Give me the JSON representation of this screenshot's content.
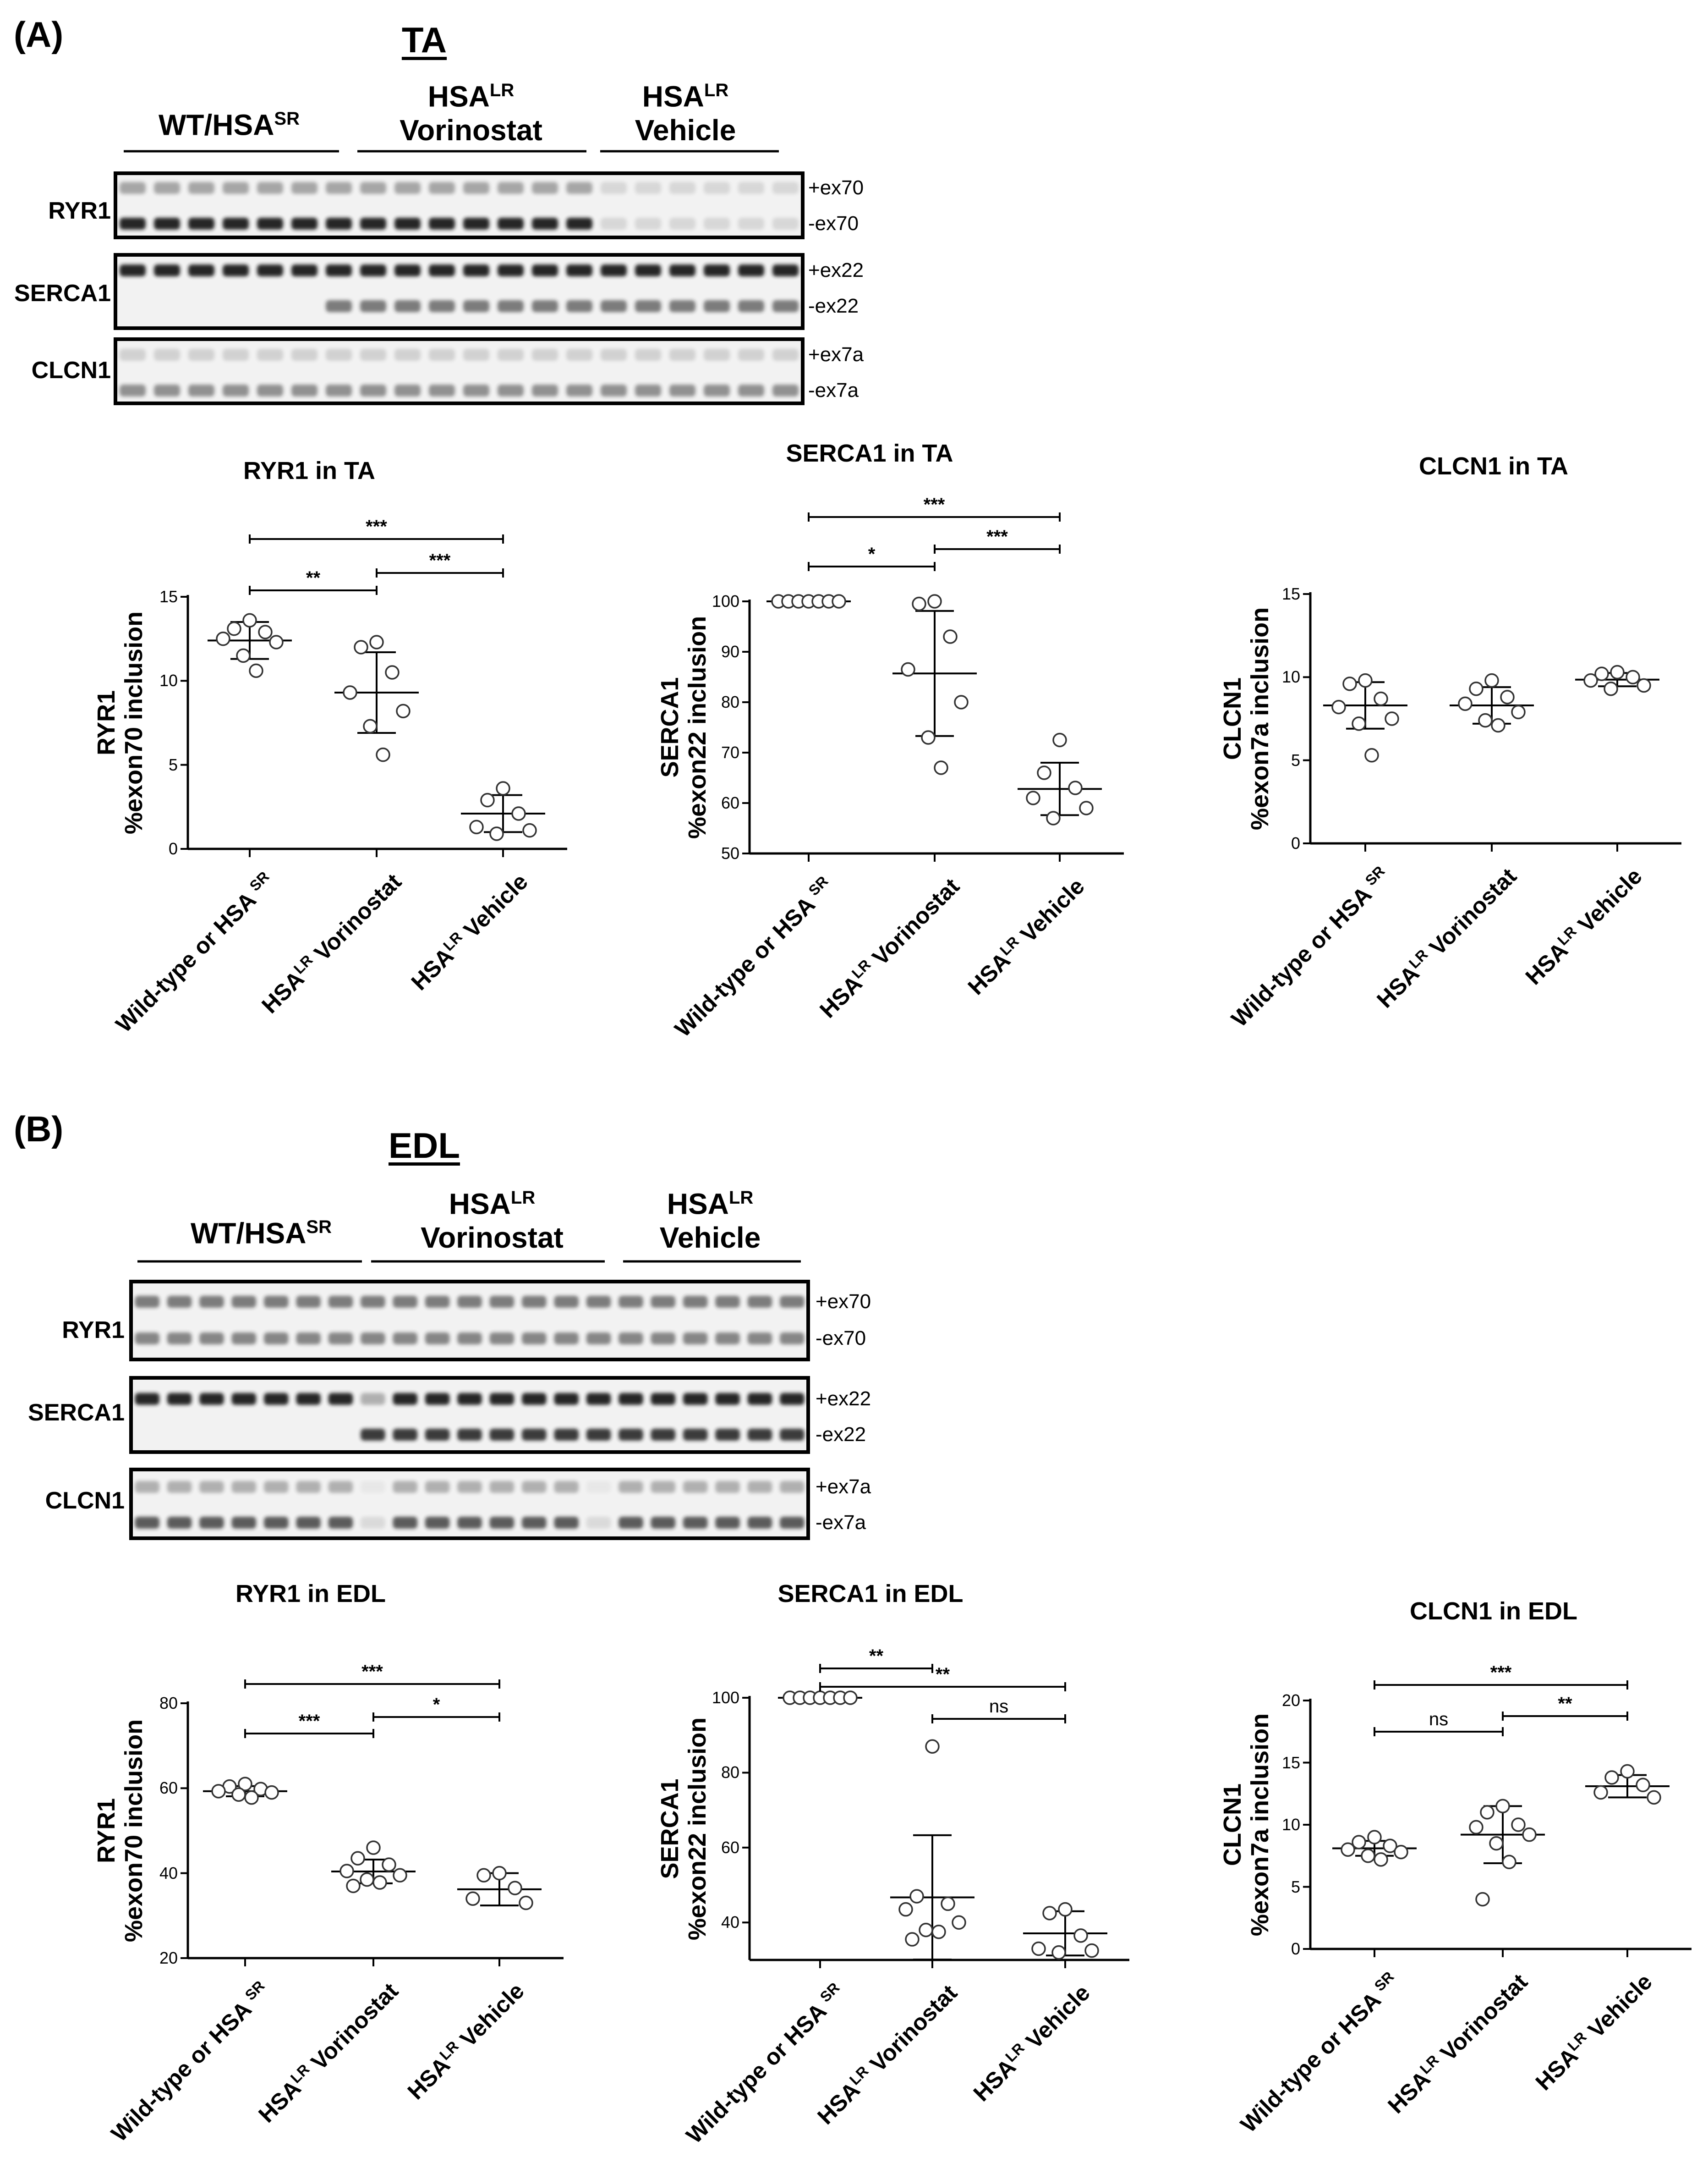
{
  "panels": [
    {
      "label": "(A)",
      "muscle": "TA",
      "groups": [
        {
          "base": "WT/HSA",
          "sup": "SR",
          "line2": ""
        },
        {
          "base": "HSA",
          "sup": "LR",
          "line2": "Vorinostat"
        },
        {
          "base": "HSA",
          "sup": "LR",
          "line2": "Vehicle"
        }
      ],
      "gels": [
        {
          "gene": "RYR1",
          "upper_band": "+ex70",
          "lower_band": "-ex70"
        },
        {
          "gene": "SERCA1",
          "upper_band": "+ex22",
          "lower_band": "-ex22"
        },
        {
          "gene": "CLCN1",
          "upper_band": "+ex7a",
          "lower_band": "-ex7a"
        }
      ]
    },
    {
      "label": "(B)",
      "muscle": "EDL",
      "groups": [
        {
          "base": "WT/HSA",
          "sup": "SR",
          "line2": ""
        },
        {
          "base": "HSA",
          "sup": "LR",
          "line2": "Vorinostat"
        },
        {
          "base": "HSA",
          "sup": "LR",
          "line2": "Vehicle"
        }
      ],
      "gels": [
        {
          "gene": "RYR1",
          "upper_band": "+ex70",
          "lower_band": "-ex70"
        },
        {
          "gene": "SERCA1",
          "upper_band": "+ex22",
          "lower_band": "-ex22"
        },
        {
          "gene": "CLCN1",
          "upper_band": "+ex7a",
          "lower_band": "-ex7a"
        }
      ]
    }
  ],
  "x_categories": [
    {
      "base": "Wild-type or HSA ",
      "sup": "SR",
      "rest": ""
    },
    {
      "base": "HSA",
      "sup": "LR",
      "rest": " Vorinostat"
    },
    {
      "base": "HSA",
      "sup": "LR",
      "rest": " Vehicle"
    }
  ],
  "chart_data": [
    {
      "type": "scatter",
      "title": "RYR1 in TA",
      "ylabel_line1": "RYR1",
      "ylabel_line2": "%exon70 inclusion",
      "ylim": [
        0,
        15
      ],
      "yticks": [
        0,
        5,
        10,
        15
      ],
      "points": [
        [
          13.6,
          13.1,
          12.9,
          12.5,
          12.3,
          11.5,
          10.6
        ],
        [
          12.3,
          12.0,
          10.5,
          9.3,
          8.2,
          7.3,
          5.6
        ],
        [
          3.6,
          2.9,
          2.1,
          1.3,
          1.1,
          0.9
        ]
      ],
      "means": [
        12.4,
        9.3,
        2.1
      ],
      "sds": [
        1.1,
        2.4,
        1.1
      ],
      "comparisons": [
        {
          "from": 0,
          "to": 2,
          "label": "***"
        },
        {
          "from": 0,
          "to": 1,
          "label": "**"
        },
        {
          "from": 1,
          "to": 2,
          "label": "***"
        }
      ]
    },
    {
      "type": "scatter",
      "title": "SERCA1 in TA",
      "ylabel_line1": "SERCA1",
      "ylabel_line2": "%exon22 inclusion",
      "ylim": [
        50,
        100
      ],
      "yticks": [
        50,
        60,
        70,
        80,
        90,
        100
      ],
      "points": [
        [
          100,
          100,
          100,
          100,
          100,
          100,
          100
        ],
        [
          100,
          99.5,
          93,
          86.5,
          80,
          73,
          67
        ],
        [
          72.5,
          66,
          63,
          61,
          59,
          57
        ]
      ],
      "means": [
        100,
        85.7,
        62.8
      ],
      "sds": [
        0,
        12.4,
        5.2
      ],
      "comparisons": [
        {
          "from": 0,
          "to": 2,
          "label": "***"
        },
        {
          "from": 0,
          "to": 1,
          "label": "*"
        },
        {
          "from": 1,
          "to": 2,
          "label": "***"
        }
      ]
    },
    {
      "type": "scatter",
      "title": "CLCN1 in TA",
      "ylabel_line1": "CLCN1",
      "ylabel_line2": "%exon7a inclusion",
      "ylim": [
        0,
        15
      ],
      "yticks": [
        0,
        5,
        10,
        15
      ],
      "points": [
        [
          9.8,
          9.6,
          8.7,
          8.2,
          7.5,
          7.2,
          5.3
        ],
        [
          9.8,
          9.3,
          8.8,
          8.4,
          7.9,
          7.4,
          7.1
        ],
        [
          10.3,
          10.2,
          10.0,
          9.8,
          9.5,
          9.3
        ]
      ],
      "means": [
        8.3,
        8.3,
        9.85
      ],
      "sds": [
        1.4,
        1.1,
        0.4
      ],
      "comparisons": []
    },
    {
      "type": "scatter",
      "title": "RYR1 in EDL",
      "ylabel_line1": "RYR1",
      "ylabel_line2": "%exon70 inclusion",
      "ylim": [
        20,
        80
      ],
      "yticks": [
        20,
        40,
        60,
        80
      ],
      "points": [
        [
          61,
          60.4,
          59.8,
          59.3,
          59,
          58.5,
          57.8
        ],
        [
          46,
          43.5,
          42,
          40.5,
          39.5,
          38.5,
          37.8,
          37
        ],
        [
          40,
          39.5,
          36.5,
          34,
          33
        ]
      ],
      "means": [
        59.3,
        40.4,
        36.2
      ],
      "sds": [
        1.2,
        2.8,
        3.8
      ],
      "comparisons": [
        {
          "from": 0,
          "to": 2,
          "label": "***"
        },
        {
          "from": 0,
          "to": 1,
          "label": "***"
        },
        {
          "from": 1,
          "to": 2,
          "label": "*"
        }
      ]
    },
    {
      "type": "scatter",
      "title": "SERCA1 in EDL",
      "ylabel_line1": "SERCA1",
      "ylabel_line2": "%exon22 inclusion",
      "ylim": [
        30,
        100
      ],
      "yticks": [
        40,
        60,
        80,
        100
      ],
      "points": [
        [
          100,
          100,
          100,
          100,
          100,
          100,
          100
        ],
        [
          87,
          47,
          45,
          43.5,
          40,
          38,
          37.5,
          35.5
        ],
        [
          43.5,
          42.5,
          36.5,
          33,
          32.5,
          32
        ]
      ],
      "means": [
        100,
        46.7,
        37.1
      ],
      "sds": [
        0,
        16.6,
        5.9
      ],
      "comparisons": [
        {
          "from": 0,
          "to": 1,
          "label": "**"
        },
        {
          "from": 0,
          "to": 2,
          "label": "**"
        },
        {
          "from": 1,
          "to": 2,
          "label": "ns"
        }
      ]
    },
    {
      "type": "scatter",
      "title": "CLCN1 in EDL",
      "ylabel_line1": "CLCN1",
      "ylabel_line2": "%exon7a inclusion",
      "ylim": [
        0,
        20
      ],
      "yticks": [
        0,
        5,
        10,
        15,
        20
      ],
      "points": [
        [
          9.0,
          8.6,
          8.3,
          8.0,
          7.8,
          7.5,
          7.2
        ],
        [
          11.5,
          11.0,
          10.0,
          9.8,
          9.2,
          8.5,
          7.0,
          4.0
        ],
        [
          14.3,
          13.8,
          13.2,
          12.6,
          12.2
        ]
      ],
      "means": [
        8.1,
        9.2,
        13.1
      ],
      "sds": [
        0.6,
        2.3,
        0.9
      ],
      "comparisons": [
        {
          "from": 0,
          "to": 2,
          "label": "***"
        },
        {
          "from": 0,
          "to": 1,
          "label": "ns"
        },
        {
          "from": 1,
          "to": 2,
          "label": "**"
        }
      ]
    }
  ]
}
